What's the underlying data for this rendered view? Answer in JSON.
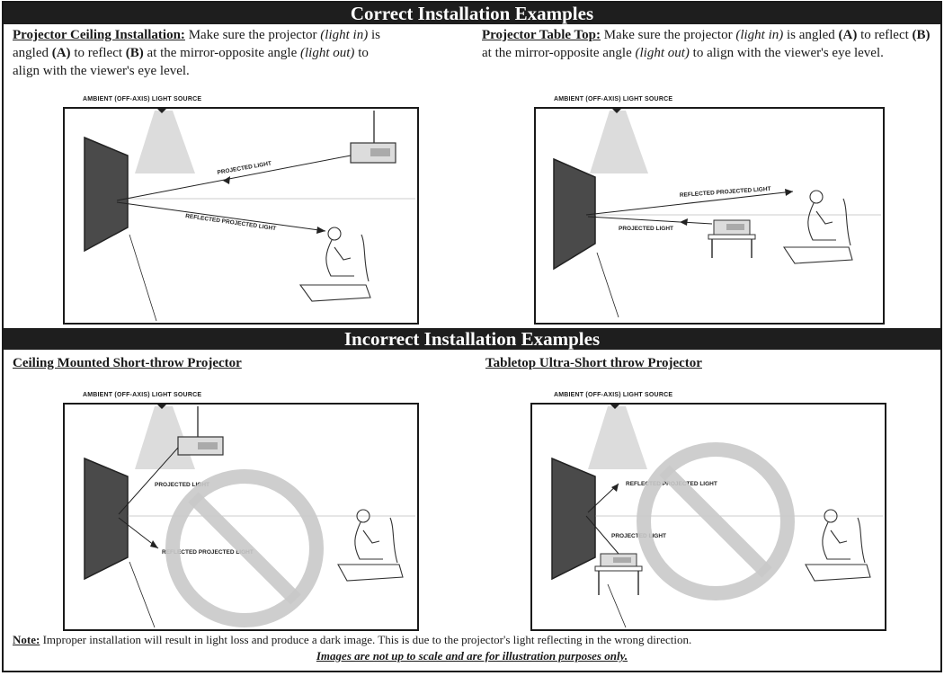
{
  "banners": {
    "correct": "Correct Installation Examples",
    "incorrect": "Incorrect Installation Examples"
  },
  "correct": {
    "ceiling": {
      "title": "Projector Ceiling Installation:",
      "text_1": " Make sure the projector ",
      "light_in": "(light in)",
      "text_2": " is angled ",
      "a": "(A)",
      "text_3": " to reflect ",
      "b": "(B)",
      "text_4": " at the mirror-opposite angle ",
      "light_out": "(light out)",
      "text_5": " to align with the viewer's eye level.",
      "ambient": "AMBIENT (OFF-AXIS) LIGHT SOURCE",
      "projected": "PROJECTED LIGHT",
      "reflected": "REFLECTED PROJECTED LIGHT"
    },
    "tabletop": {
      "title": "Projector Table Top:",
      "text_1": " Make sure the projector ",
      "light_in": "(light in)",
      "text_2": " is angled ",
      "a": "(A)",
      "text_3": " to reflect ",
      "b": "(B)",
      "text_4": " at the mirror-opposite angle ",
      "light_out": "(light out)",
      "text_5": " to align with the viewer's eye level.",
      "ambient": "AMBIENT (OFF-AXIS) LIGHT SOURCE",
      "projected": "PROJECTED LIGHT",
      "reflected": "REFLECTED PROJECTED LIGHT"
    }
  },
  "incorrect": {
    "ceiling_short_throw": {
      "title": "Ceiling Mounted Short-throw Projector",
      "ambient": "AMBIENT (OFF-AXIS) LIGHT SOURCE",
      "projected": "PROJECTED LIGHT",
      "reflected": "REFLECTED PROJECTED LIGHT"
    },
    "tabletop_ultra_short_throw": {
      "title": "Tabletop Ultra-Short throw Projector",
      "ambient": "AMBIENT (OFF-AXIS) LIGHT SOURCE",
      "projected": "PROJECTED LIGHT",
      "reflected": "REFLECTED PROJECTED LIGHT"
    }
  },
  "footer": {
    "note_label": "Note:",
    "note_text": " Improper installation will result in light loss and produce a dark image.  This is due to the projector's light reflecting in the wrong direction.",
    "disclaimer": "Images are not up to scale and are for illustration purposes only."
  },
  "colors": {
    "banner": "#1e1e1e",
    "screen": "#4a4a4a",
    "prohibition": "#c9c9c9"
  }
}
